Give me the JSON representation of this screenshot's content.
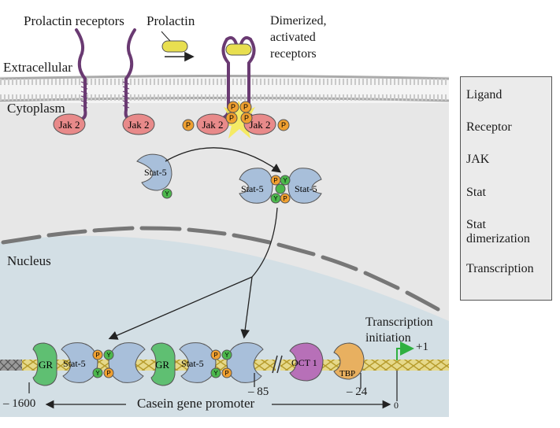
{
  "labels": {
    "prolactin_receptors": "Prolactin receptors",
    "prolactin": "Prolactin",
    "dimerized_line1": "Dimerized,",
    "dimerized_line2": "activated",
    "dimerized_line3": "receptors",
    "extracellular": "Extracellular",
    "cytoplasm": "Cytoplasm",
    "nucleus": "Nucleus",
    "transcription_initiation_line1": "Transcription",
    "transcription_initiation_line2": "initiation",
    "plus_one": "+1",
    "casein_gene_promoter": "Casein gene promoter",
    "minus_1600": "– 1600",
    "minus_85": "– 85",
    "minus_24": "– 24",
    "zero": "0"
  },
  "molecules": {
    "jak2": "Jak 2",
    "stat5": "Stat-5",
    "gr": "GR",
    "oct1": "OCT 1",
    "tbp": "TBP",
    "p": "P",
    "y": "Y"
  },
  "pathway_steps": [
    "Ligand",
    "Receptor",
    "JAK",
    "Stat",
    "Stat",
    "dimerization",
    "Transcription"
  ],
  "colors": {
    "jak": "#e88a8a",
    "stat": "#a8bfda",
    "p": "#f0a030",
    "y": "#4cb84c",
    "gr": "#5fbf72",
    "oct": "#b770b8",
    "tbp": "#e8b060",
    "receptor": "#6a3a72",
    "prolactin": "#e8df50",
    "nucleus": "#d6e2e7",
    "cytoplasm": "#e8e8e8",
    "transcription_arrow": "#2fb040"
  }
}
